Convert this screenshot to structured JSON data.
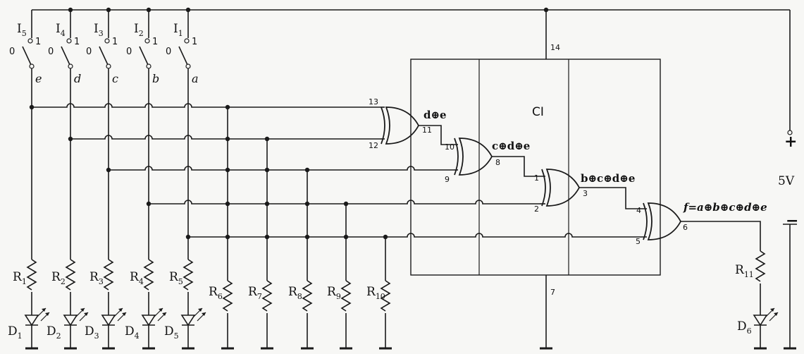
{
  "chip": {
    "label": "CI",
    "vcc_pin": "14",
    "gnd_pin": "7"
  },
  "supply": {
    "voltage": "5V",
    "plus": "+",
    "minus": "−"
  },
  "switches": [
    {
      "letter": "I",
      "index": "5",
      "signal": "e",
      "off": "0",
      "on": "1"
    },
    {
      "letter": "I",
      "index": "4",
      "signal": "d",
      "off": "0",
      "on": "1"
    },
    {
      "letter": "I",
      "index": "3",
      "signal": "c",
      "off": "0",
      "on": "1"
    },
    {
      "letter": "I",
      "index": "2",
      "signal": "b",
      "off": "0",
      "on": "1"
    },
    {
      "letter": "I",
      "index": "1",
      "signal": "a",
      "off": "0",
      "on": "1"
    }
  ],
  "input_resistors": [
    {
      "letter": "R",
      "index": "1"
    },
    {
      "letter": "R",
      "index": "2"
    },
    {
      "letter": "R",
      "index": "3"
    },
    {
      "letter": "R",
      "index": "4"
    },
    {
      "letter": "R",
      "index": "5"
    }
  ],
  "input_leds": [
    {
      "letter": "D",
      "index": "1"
    },
    {
      "letter": "D",
      "index": "2"
    },
    {
      "letter": "D",
      "index": "3"
    },
    {
      "letter": "D",
      "index": "4"
    },
    {
      "letter": "D",
      "index": "5"
    }
  ],
  "pulldown_resistors": [
    {
      "letter": "R",
      "index": "6"
    },
    {
      "letter": "R",
      "index": "7"
    },
    {
      "letter": "R",
      "index": "8"
    },
    {
      "letter": "R",
      "index": "9"
    },
    {
      "letter": "R",
      "index": "10"
    }
  ],
  "gates": [
    {
      "in_a": "13",
      "in_b": "12",
      "out": "11",
      "expr": "d⊕e"
    },
    {
      "in_a": "10",
      "in_b": "9",
      "out": "8",
      "expr": "c⊕d⊕e"
    },
    {
      "in_a": "1",
      "in_b": "2",
      "out": "3",
      "expr": "b⊕c⊕d⊕e"
    },
    {
      "in_a": "4",
      "in_b": "5",
      "out": "6",
      "expr": "f=a⊕b⊕c⊕d⊕e"
    }
  ],
  "output_resistor": {
    "letter": "R",
    "index": "11"
  },
  "output_led": {
    "letter": "D",
    "index": "6"
  }
}
